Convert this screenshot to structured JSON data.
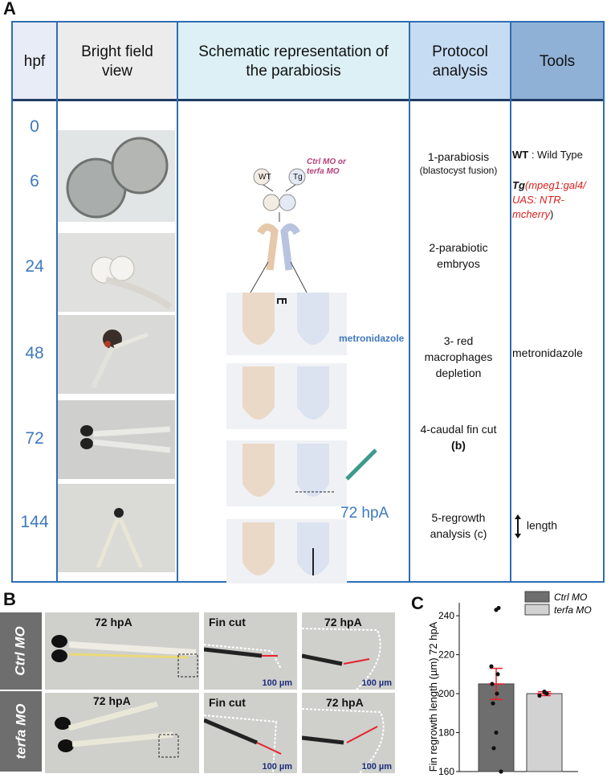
{
  "panel_a": {
    "letter": "A",
    "headers": {
      "hpf": "hpf",
      "bright_field": "Bright field view",
      "schematic": "Schematic representation of the parabiosis",
      "protocol": "Protocol analysis",
      "tools": "Tools"
    },
    "hpf_values": [
      "0",
      "6",
      "24",
      "48",
      "72",
      "144"
    ],
    "schematic_labels": {
      "wt": "WT",
      "tg": "Tg",
      "mo": "Ctrl MO or terfa MO",
      "metronidazole": "metronidazole",
      "hpa": "72 hpA"
    },
    "protocol_steps": [
      {
        "main": "1-parabiosis",
        "sub": "(blastocyst fusion)"
      },
      {
        "main": "2-parabiotic embryos"
      },
      {
        "main": "3- red macrophages depletion"
      },
      {
        "main": "4-caudal fin cut",
        "sub": "(b)"
      },
      {
        "main": "5-regrowth analysis (c)"
      }
    ],
    "tools": {
      "wt_abbr": "WT",
      "wt_desc": " : Wild Type",
      "tg_abbr": "Tg",
      "tg_desc": "(mpeg1:gal4/ UAS: NTR-mcherry",
      "tg_close": ")",
      "metronidazole": "metronidazole",
      "length": "length"
    },
    "colors": {
      "border": "#2f6eb3",
      "hpf_text": "#3f79bd",
      "tg_red": "#d8221e",
      "mo_magenta": "#b5407a"
    }
  },
  "panel_b": {
    "letter": "B",
    "rows": [
      {
        "name": "Ctrl MO",
        "labels": [
          "72 hpA",
          "Fin cut",
          "72 hpA"
        ],
        "scales": [
          "100 µm",
          "100 µm"
        ]
      },
      {
        "name": "terfa MO",
        "labels": [
          "72 hpA",
          "Fin cut",
          "72 hpA"
        ],
        "scales": [
          "100 µm",
          "100 µm"
        ]
      }
    ]
  },
  "panel_c": {
    "letter": "C"
  },
  "chart_data": {
    "type": "bar",
    "categories": [
      "Ctrl MO",
      "terfa MO"
    ],
    "values": [
      205,
      200
    ],
    "error": [
      8,
      1
    ],
    "points": [
      [
        243,
        244,
        214,
        210,
        205,
        200,
        195,
        180,
        172,
        160
      ],
      [
        201,
        200,
        199
      ]
    ],
    "legend": [
      "Ctrl MO",
      "terfa MO"
    ],
    "ylabel": "Fin regrowth length (µm) 72 hpA",
    "ylim": [
      160,
      245
    ],
    "yticks": [
      160,
      180,
      200,
      220,
      240
    ],
    "colors": [
      "#6e6e6e",
      "#d2d2d2"
    ],
    "legend_position": "top-right"
  }
}
